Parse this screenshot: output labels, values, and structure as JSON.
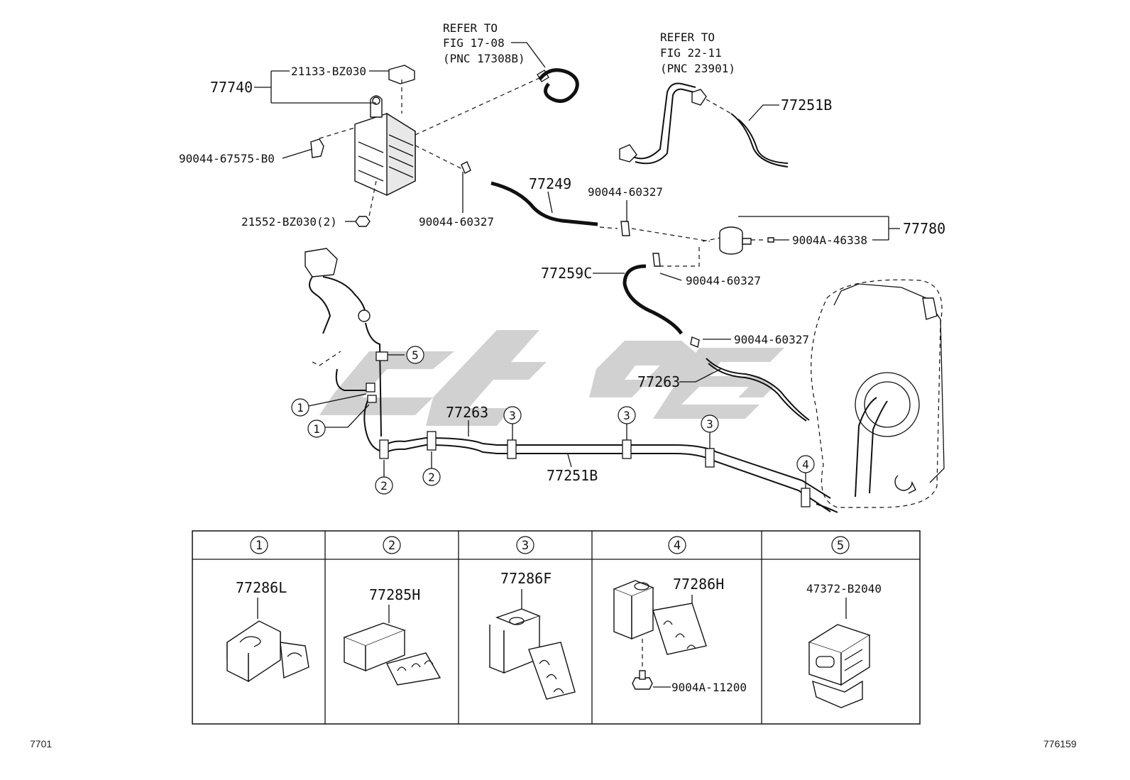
{
  "callouts": {
    "refer_a": [
      "REFER TO",
      "FIG 17-08",
      "(PNC 17308B)"
    ],
    "refer_b": [
      "REFER TO",
      "FIG 22-11",
      "(PNC 23901)"
    ],
    "p77740": "77740",
    "p21133": "21133-BZ030",
    "p90044_67575": "90044-67575-B0",
    "p21552": "21552-BZ030(2)",
    "p90044_a": "90044-60327",
    "p90044_b": "90044-60327",
    "p90044_c": "90044-60327",
    "p90044_d": "90044-60327",
    "p77249": "77249",
    "p77251b_top": "77251B",
    "p77780": "77780",
    "p9004a_46338": "9004A-46338",
    "p77259c": "77259C",
    "p77263_a": "77263",
    "p77263_b": "77263",
    "p77251b_mid": "77251B"
  },
  "markers": {
    "m1": "1",
    "m2": "2",
    "m3": "3",
    "m4": "4",
    "m5": "5"
  },
  "table": {
    "headers": [
      "1",
      "2",
      "3",
      "4",
      "5"
    ],
    "cells": [
      {
        "part": "77286L"
      },
      {
        "part": "77285H"
      },
      {
        "part": "77286F"
      },
      {
        "part": "77286H",
        "extra": "9004A-11200"
      },
      {
        "part": "47372-B2040"
      }
    ]
  },
  "footer": {
    "left": "7701",
    "right": "776159"
  }
}
